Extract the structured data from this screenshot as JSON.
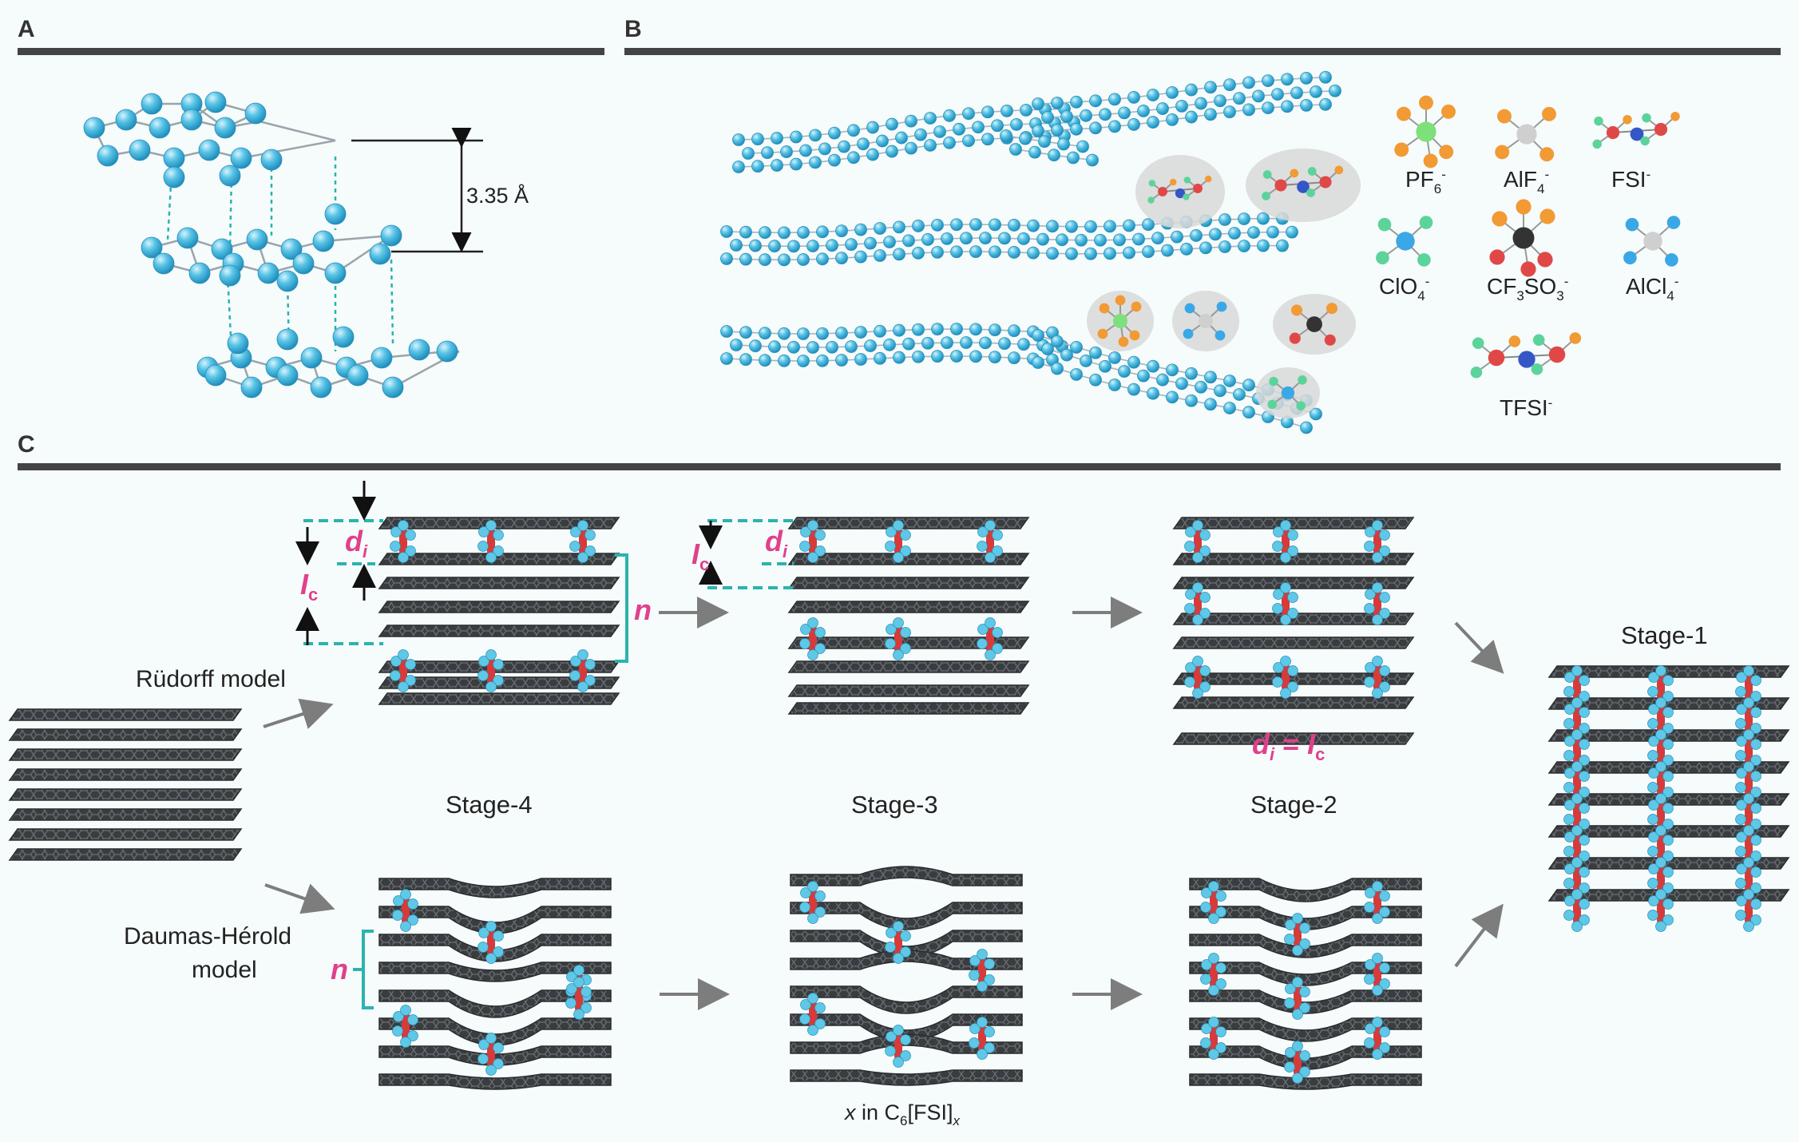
{
  "panels": {
    "a": {
      "letter": "A",
      "spacing": "3.35 Å"
    },
    "b": {
      "letter": "B",
      "ions": [
        {
          "main": "PF",
          "sub": "6",
          "sup": "-"
        },
        {
          "main": "AlF",
          "sub": "4",
          "sup": "-"
        },
        {
          "main": "FSI",
          "sub": "",
          "sup": "-"
        },
        {
          "main": "ClO",
          "sub": "4",
          "sup": "-"
        },
        {
          "main": "CF",
          "sub": "3",
          "main2": "SO",
          "sub2": "3",
          "sup": "-"
        },
        {
          "main": "AlCl",
          "sub": "4",
          "sup": "-"
        },
        {
          "main": "TFSI",
          "sub": "",
          "sup": "-"
        }
      ]
    },
    "c": {
      "letter": "C",
      "models": {
        "rudorff": "Rüdorff model",
        "daumas_line1": "Daumas-Hérold",
        "daumas_line2": "model"
      },
      "stages": {
        "s4": "Stage-4",
        "s3": "Stage-3",
        "s2": "Stage-2",
        "s1": "Stage-1"
      },
      "symbols": {
        "d": "d",
        "i": "i",
        "I": "I",
        "c": "c",
        "n": "n",
        "eq": " = "
      },
      "formula": {
        "x": "x",
        "in": " in C",
        "six": "6",
        "fsi": "[FSI]",
        "xsub": "x"
      }
    }
  },
  "colors": {
    "carbon_blue": "#58c3e6",
    "graphene": "#3a3d40",
    "intercalant_red": "#d83a3a",
    "accent_teal": "#2bb3b0",
    "accent_pink": "#e0408c",
    "divider": "#444444",
    "arrow_gray": "#7d7d7d"
  }
}
